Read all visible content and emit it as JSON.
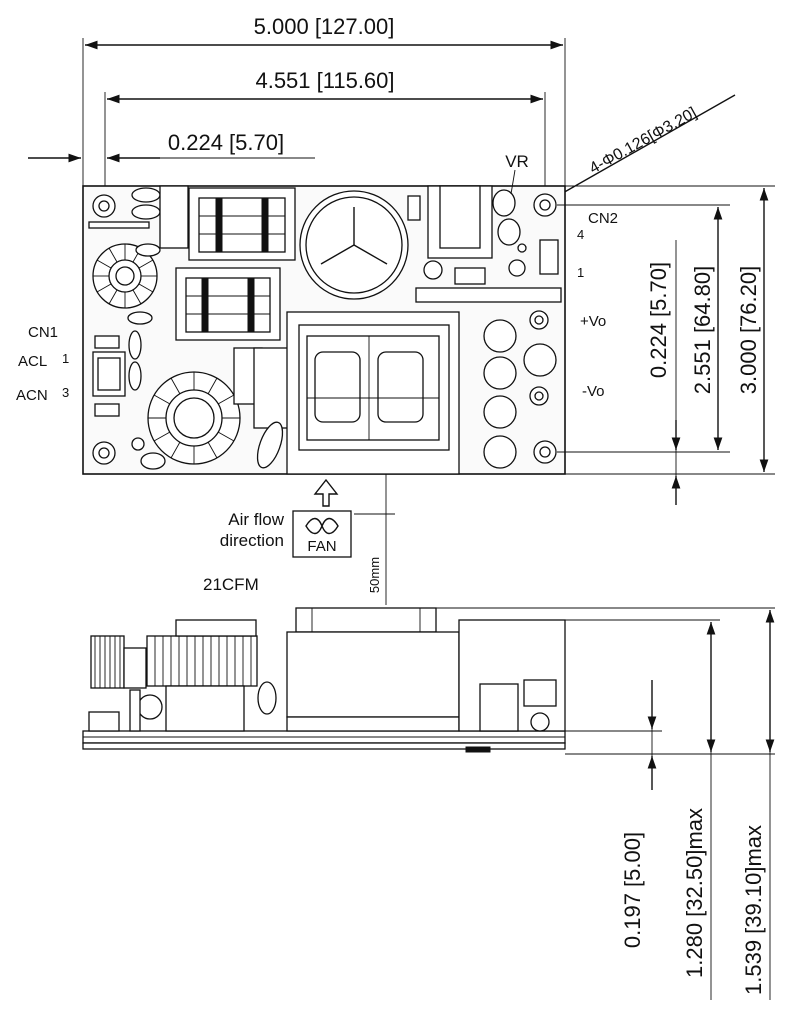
{
  "dimensions": {
    "overall_width": "5.000 [127.00]",
    "hole_pitch_x": "4.551 [115.60]",
    "hole_offset_x": "0.224 [5.70]",
    "hole_callout": "4-Φ0.126[Φ3.20]",
    "hole_offset_y": "0.224 [5.70]",
    "hole_pitch_y": "2.551 [64.80]",
    "overall_height": "3.000 [76.20]",
    "standoff": "0.197 [5.00]",
    "height_body": "1.280 [32.50]max",
    "height_total": "1.539 [39.10]max"
  },
  "labels": {
    "vr": "VR",
    "cn2": "CN2",
    "cn2_pin4": "4",
    "cn2_pin1": "1",
    "cn1": "CN1",
    "acl": "ACL",
    "acl_pin": "1",
    "acn": "ACN",
    "acn_pin": "3",
    "plus_vo": "+Vo",
    "minus_vo": "-Vo",
    "airflow_line1": "Air flow",
    "airflow_line2": "direction",
    "fan": "FAN",
    "cfm": "21CFM",
    "fan_distance": "50mm"
  },
  "icons": [
    "arrow-up-icon",
    "fan-icon",
    "mounting-hole-icon"
  ]
}
